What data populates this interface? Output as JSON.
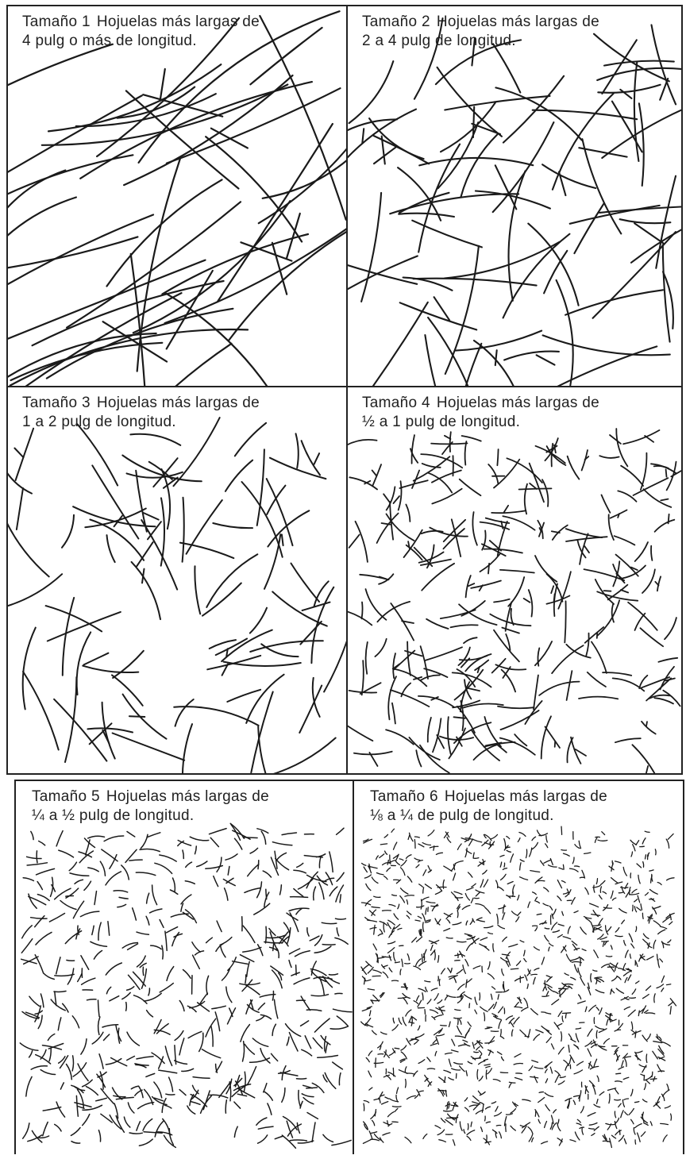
{
  "panels": [
    {
      "size_label": "Tamaño 1",
      "line1": "Hojuelas más largas de",
      "line2": "4 pulg o más de longitud.",
      "flake_count": 40,
      "flake_length": [
        90,
        320
      ],
      "stroke_width": 2.2
    },
    {
      "size_label": "Tamaño 2",
      "line1": "Hojuelas más largas de",
      "line2": "2 a 4 pulg de longitud.",
      "flake_count": 70,
      "flake_length": [
        60,
        170
      ],
      "stroke_width": 2.1
    },
    {
      "size_label": "Tamaño 3",
      "line1": "Hojuelas más largas de",
      "line2": "1 a 2 pulg de longitud.",
      "flake_count": 80,
      "flake_length": [
        35,
        110
      ],
      "stroke_width": 2.0
    },
    {
      "size_label": "Tamaño 4",
      "line1": "Hojuelas más largas de",
      "line2": "½ a 1 pulg de longitud.",
      "flake_count": 220,
      "flake_length": [
        18,
        55
      ],
      "stroke_width": 1.8
    },
    {
      "size_label": "Tamaño 5",
      "line1": "Hojuelas más largas de",
      "line2": "¼ a ½ pulg de longitud.",
      "flake_count": 480,
      "flake_length": [
        9,
        26
      ],
      "stroke_width": 1.5
    },
    {
      "size_label": "Tamaño 6",
      "line1": "Hojuelas más largas de",
      "line2": "⅛ a ¼ de pulg de longitud.",
      "flake_count": 1100,
      "flake_length": [
        5,
        12
      ],
      "stroke_width": 1.3
    }
  ],
  "colors": {
    "ink": "#1a1a1a",
    "border": "#222222"
  }
}
